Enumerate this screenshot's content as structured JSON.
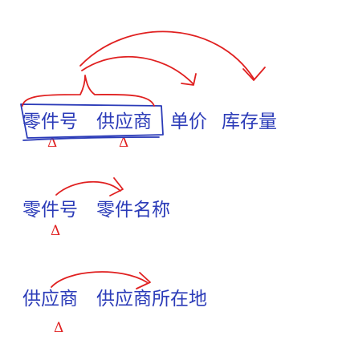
{
  "rows": [
    {
      "key_attrs": [
        "零件号",
        "供应商"
      ],
      "other_attrs": [
        "单价",
        "库存量"
      ]
    },
    {
      "key_attrs": [
        "零件号"
      ],
      "other_attrs": [
        "零件名称"
      ]
    },
    {
      "key_attrs": [
        "供应商"
      ],
      "other_attrs": [
        "供应商所在地"
      ]
    }
  ],
  "key_marker": "Δ",
  "colors": {
    "ink": "#2b3bb8",
    "annotation": "#e02020"
  }
}
